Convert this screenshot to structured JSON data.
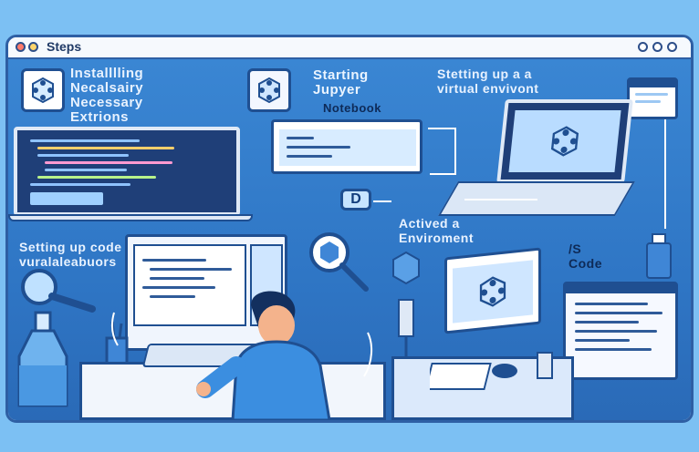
{
  "window": {
    "title": "Steps",
    "dots": [
      "#ff7b6b",
      "#ffd56b",
      "#ffffff"
    ]
  },
  "steps": {
    "install_heading": "Installlling\nNecalsairy\nNecessary\nExtrions",
    "starting_heading": "Starting\nJupyer",
    "notebook_label": "Notebook",
    "venv_heading": "Stetting up a a\nvirtual envivont",
    "activated_heading": "Actived a\nEnviroment",
    "setup_code_heading": "Setting up code in\nvuralaleabuors",
    "vs_code_label": "/S\nCode",
    "tag_d": "D"
  },
  "colors": {
    "accent": "#2f76c5",
    "border": "#1f4f91",
    "text_light": "#e8f2ff",
    "shirt": "#3b8ee0"
  },
  "icons": [
    "hexagon-network-icon",
    "magnifier-icon",
    "bottle-icon",
    "cube-icon"
  ]
}
